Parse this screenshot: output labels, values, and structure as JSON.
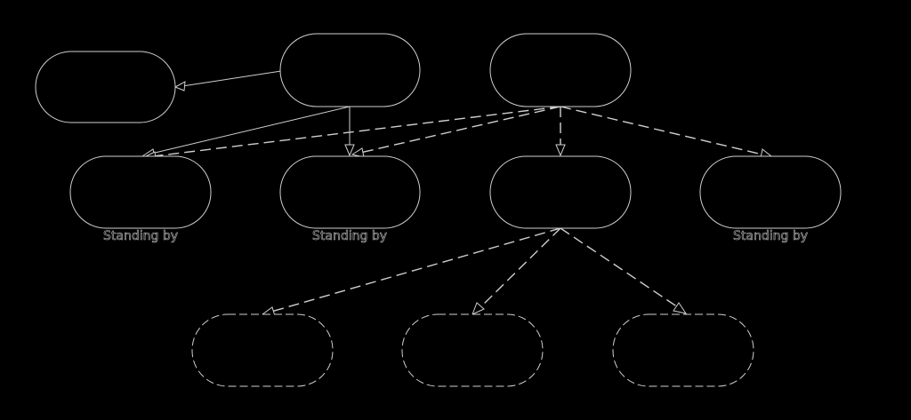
{
  "diagram": {
    "background_color": "#000000",
    "line_color": "#cfcfcf",
    "nodes": [
      {
        "id": "n-top-left",
        "label": ""
      },
      {
        "id": "n-top-center",
        "label": ""
      },
      {
        "id": "n-top-right",
        "label": ""
      },
      {
        "id": "n-mid-1",
        "label": "Standing by"
      },
      {
        "id": "n-mid-2",
        "label": "Standing by"
      },
      {
        "id": "n-mid-3",
        "label": ""
      },
      {
        "id": "n-mid-4",
        "label": "Standing by"
      },
      {
        "id": "n-bottom-1",
        "label": ""
      },
      {
        "id": "n-bottom-2",
        "label": ""
      },
      {
        "id": "n-bottom-3",
        "label": ""
      }
    ],
    "edges": [
      {
        "from": "n-top-center",
        "to": "n-top-left",
        "style": "solid"
      },
      {
        "from": "n-top-center",
        "to": "n-mid-1",
        "style": "solid"
      },
      {
        "from": "n-top-center",
        "to": "n-mid-2",
        "style": "solid"
      },
      {
        "from": "n-top-right",
        "to": "n-mid-1",
        "style": "dashed"
      },
      {
        "from": "n-top-right",
        "to": "n-mid-2",
        "style": "dashed"
      },
      {
        "from": "n-top-right",
        "to": "n-mid-3",
        "style": "dashed"
      },
      {
        "from": "n-top-right",
        "to": "n-mid-4",
        "style": "dashed"
      },
      {
        "from": "n-mid-3",
        "to": "n-bottom-1",
        "style": "dashed"
      },
      {
        "from": "n-mid-3",
        "to": "n-bottom-2",
        "style": "dashed"
      },
      {
        "from": "n-mid-3",
        "to": "n-bottom-3",
        "style": "dashed"
      }
    ]
  }
}
